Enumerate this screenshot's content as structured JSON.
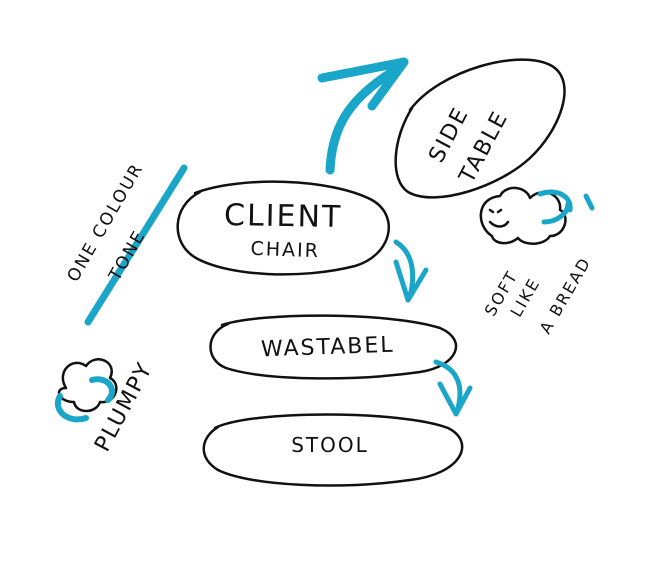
{
  "nodes": {
    "client_chair": {
      "line1": "CLIENT",
      "line2": "CHAIR"
    },
    "side_table": {
      "line1": "SIDE",
      "line2": "TABLE"
    },
    "wastabel": {
      "label": "WASTABEL"
    },
    "stool": {
      "label": "STOOL"
    }
  },
  "notes": {
    "one_colour_tone": {
      "line1": "ONE COLOUR",
      "line2": "TONE"
    },
    "soft_like_bread": {
      "line1": "SOFT",
      "line2": "LIKE",
      "line3": "A BREAD"
    },
    "plumpy": "PLUMPY"
  },
  "colors": {
    "ink": "#111111",
    "accent": "#1aa6c8",
    "background": "#ffffff"
  }
}
